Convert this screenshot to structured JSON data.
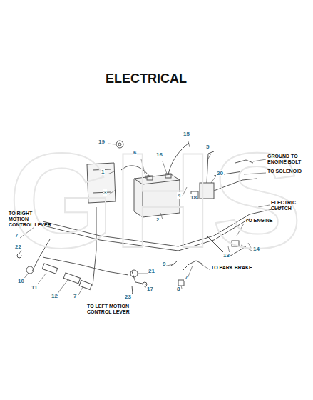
{
  "diagram": {
    "title": "ELECTRICAL",
    "labels": [
      "GHS",
      "19",
      "15",
      "6",
      "16",
      "5",
      "GROUND TO ENGINE BOLT",
      "TO SOLENOID",
      "1",
      "20",
      "3",
      "4",
      "18",
      "ELECTRIC CLUTCH",
      "TO RIGHT MOTION CONTROL LEVER",
      "2",
      "TO ENGINE",
      "7",
      "22",
      "14",
      "13",
      "9",
      "10",
      "21",
      "TO PARK BRAKE",
      "11",
      "7",
      "12",
      "7",
      "8",
      "17",
      "23",
      "TO LEFT MOTION CONTROL LEVER"
    ]
  }
}
